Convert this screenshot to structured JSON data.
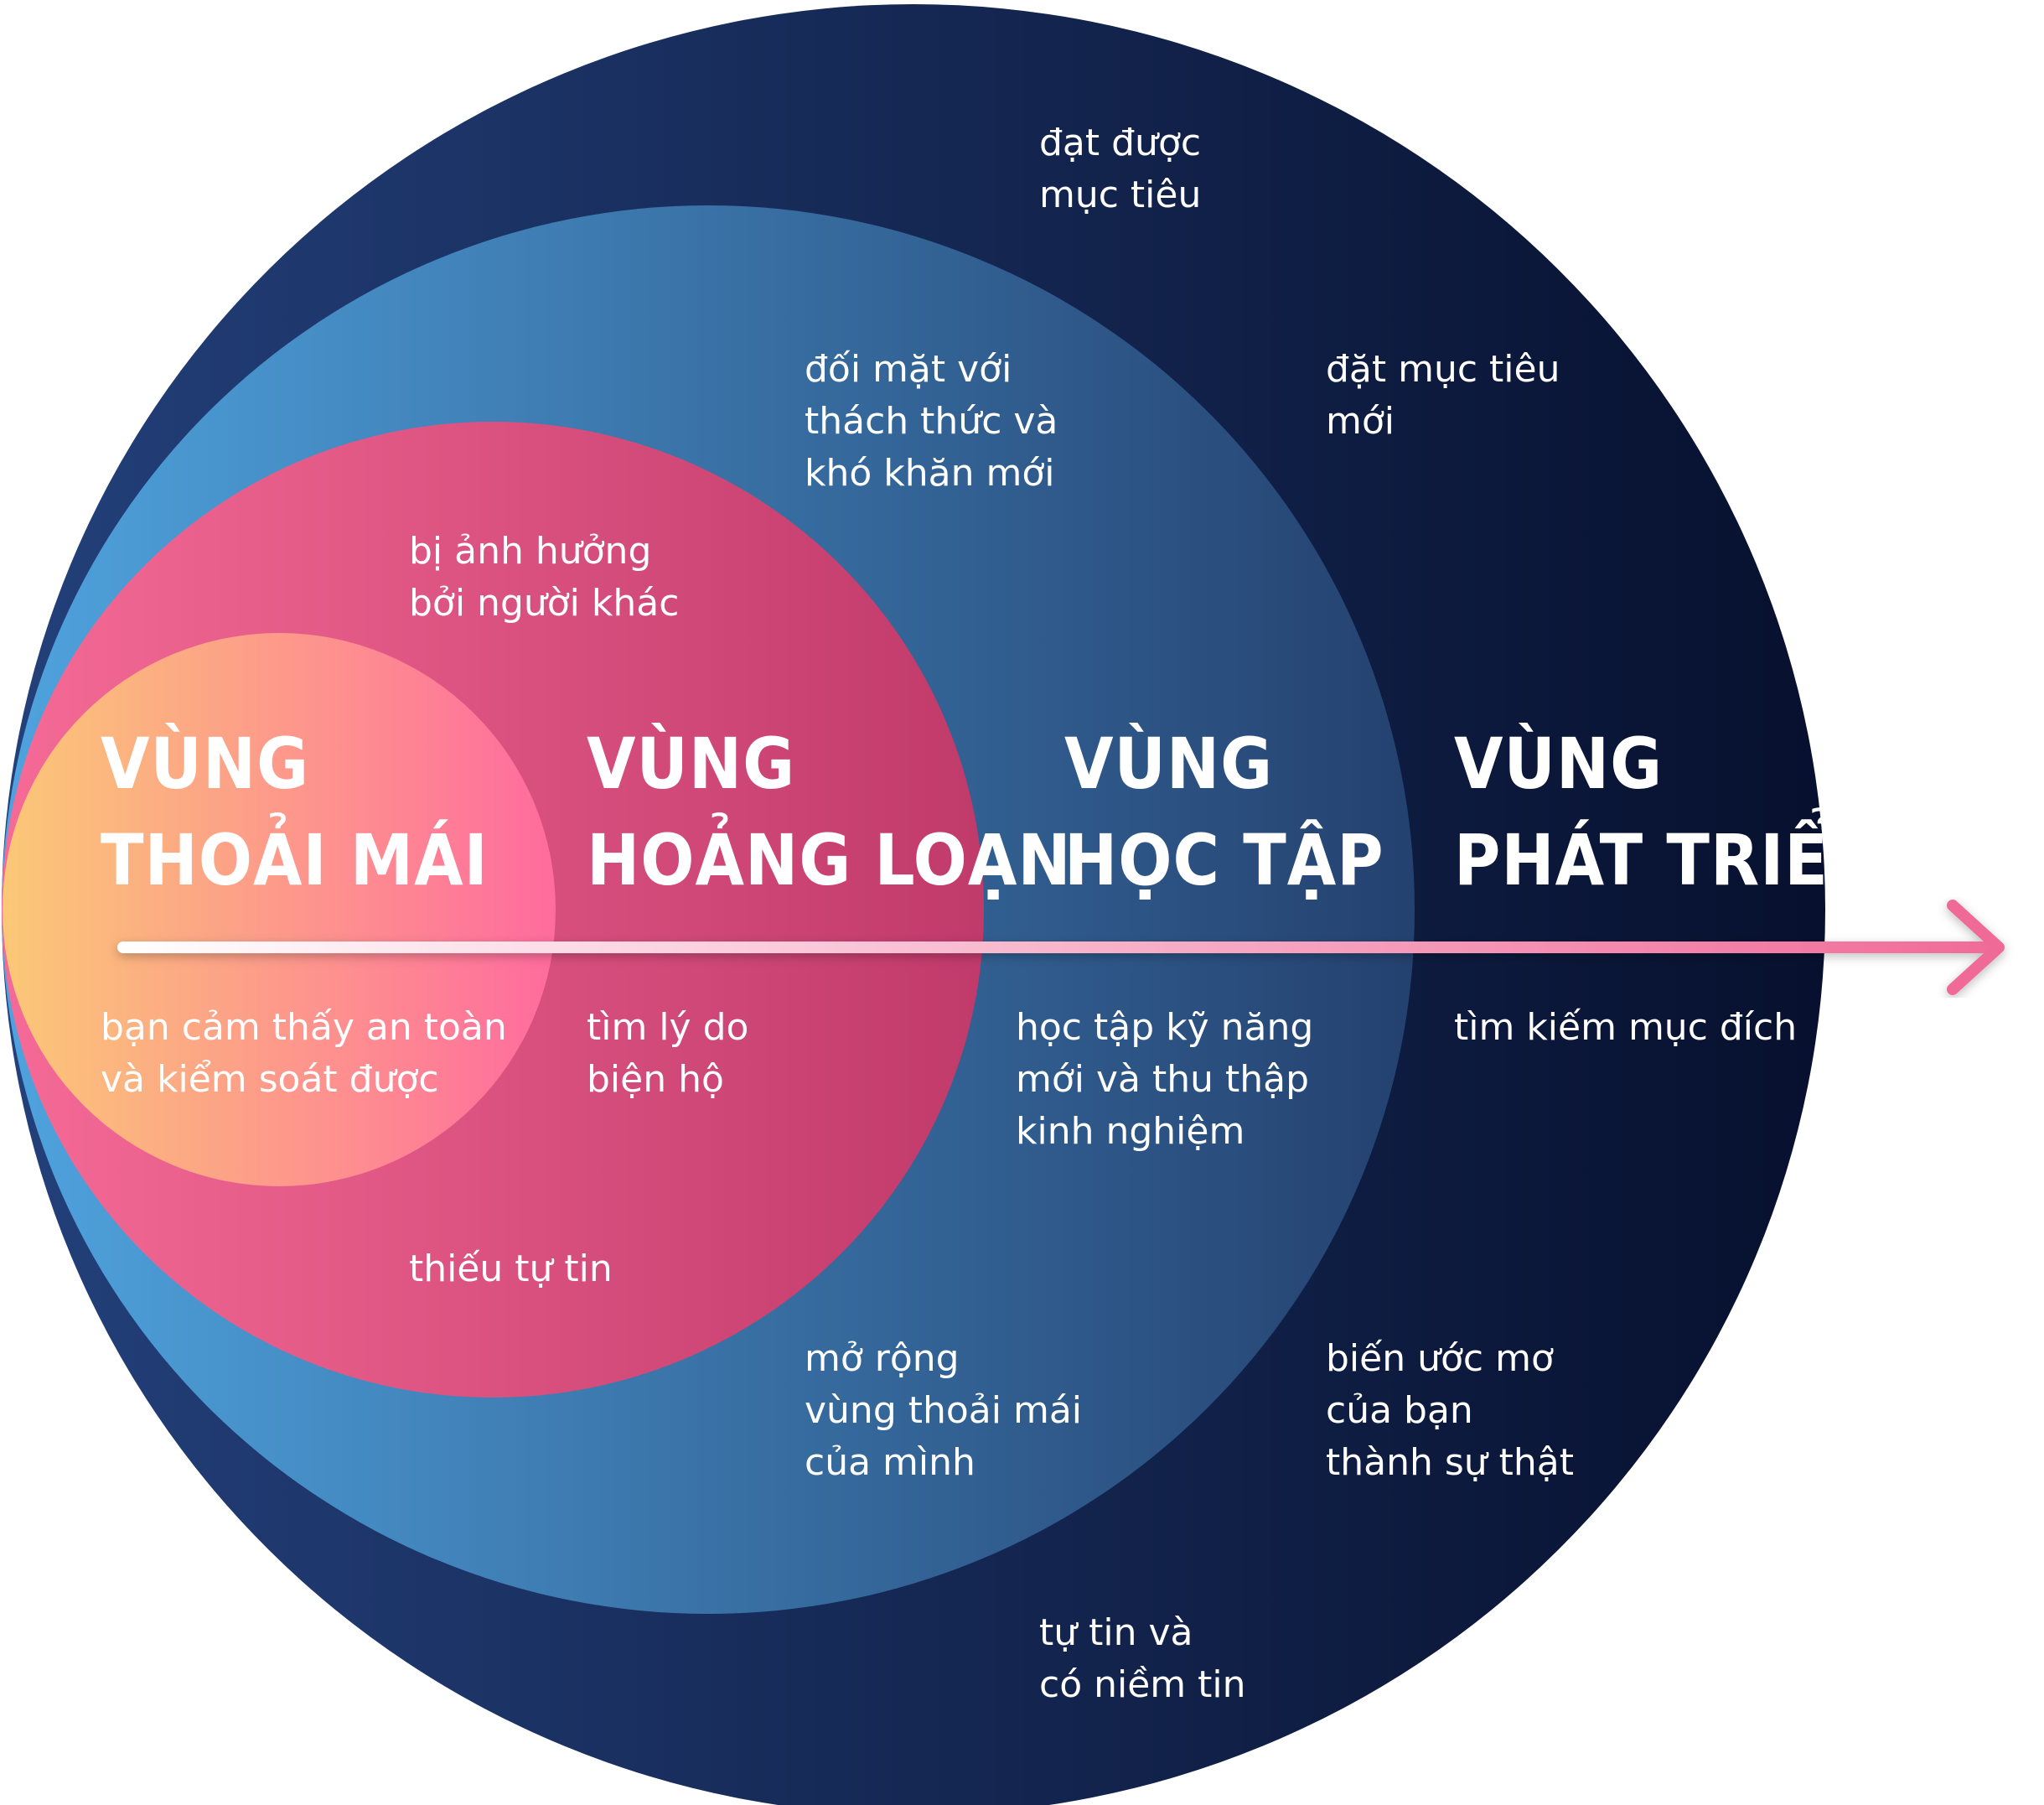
{
  "colors": {
    "growth_outer": "#0b1740",
    "learning_light": "#4f9fdb",
    "learning_dark": "#24416f",
    "fear_light": "#f26590",
    "fear_dark": "#c03a6a",
    "comfort_light": "#fbc877",
    "comfort_dark": "#ff6b9e",
    "arrow": "#f06b98",
    "text": "#ffffff"
  },
  "zones": [
    {
      "id": "comfort",
      "title_line1": "VÙNG",
      "title_line2": "THOẢI MÁI",
      "notes": [
        {
          "lines": [
            "bạn cảm thấy an toàn",
            "và kiểm soát được"
          ]
        }
      ]
    },
    {
      "id": "fear",
      "title_line1": "VÙNG",
      "title_line2": "HOẢNG LOẠN",
      "notes": [
        {
          "lines": [
            "bị ảnh hưởng",
            "bởi người khác"
          ]
        },
        {
          "lines": [
            "tìm lý do",
            "biện hộ"
          ]
        },
        {
          "lines": [
            "thiếu tự tin"
          ]
        }
      ]
    },
    {
      "id": "learning",
      "title_line1": "VÙNG",
      "title_line2": "HỌC TẬP",
      "notes": [
        {
          "lines": [
            "đối mặt với",
            "thách thức và",
            "khó khăn mới"
          ]
        },
        {
          "lines": [
            "học tập kỹ năng",
            "mới và thu thập",
            "kinh nghiệm"
          ]
        },
        {
          "lines": [
            "mở rộng",
            "vùng thoải mái",
            "của mình"
          ]
        }
      ]
    },
    {
      "id": "growth",
      "title_line1": "VÙNG",
      "title_line2": "PHÁT TRIỂN",
      "notes": [
        {
          "lines": [
            "đạt được",
            "mục tiêu"
          ]
        },
        {
          "lines": [
            "đặt mục tiêu",
            "mới"
          ]
        },
        {
          "lines": [
            "tìm kiếm mục đích"
          ]
        },
        {
          "lines": [
            "biến ước mơ",
            "của bạn",
            "thành sự thật"
          ]
        },
        {
          "lines": [
            "tự tin và",
            "có niềm tin"
          ]
        }
      ]
    }
  ]
}
